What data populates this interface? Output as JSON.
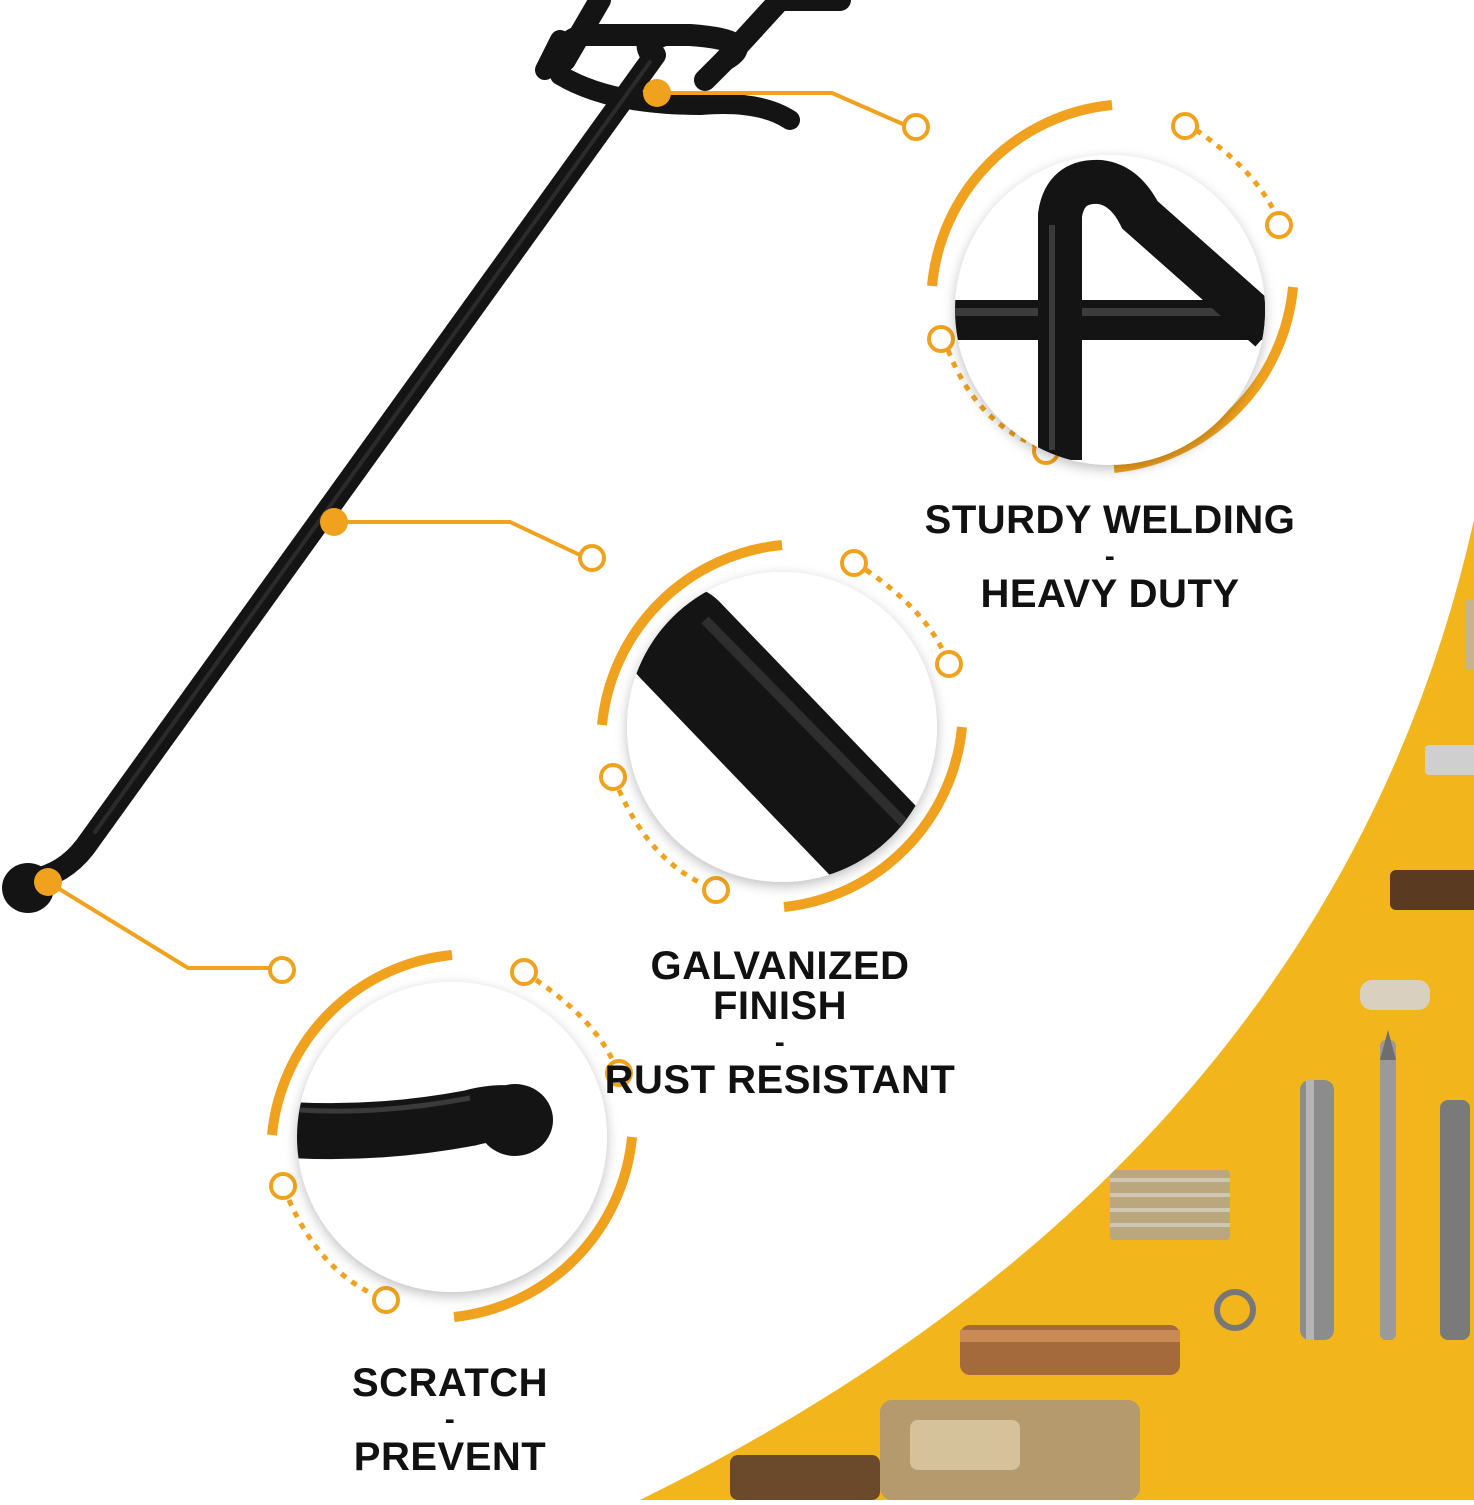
{
  "features": [
    {
      "id": "welding",
      "line1": "STURDY WELDING",
      "separator": "-",
      "line2": "HEAVY DUTY"
    },
    {
      "id": "finish",
      "line1": "GALVANIZED FINISH",
      "separator": "-",
      "line2": "RUST RESISTANT"
    },
    {
      "id": "scratch",
      "line1": "SCRATCH",
      "separator": "-",
      "line2": "PREVENT"
    }
  ],
  "colors": {
    "accent": "#F0A21E",
    "hook": "#141414",
    "background_panel": "#F2B51C",
    "text": "#111111"
  }
}
